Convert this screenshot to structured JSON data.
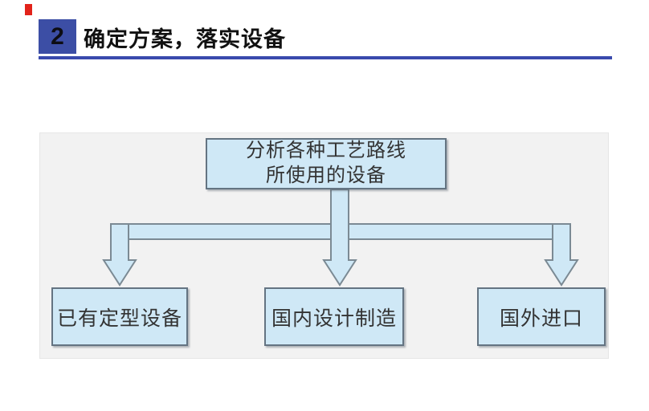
{
  "header": {
    "number": "2",
    "title": "确定方案，落实设备"
  },
  "diagram": {
    "root_box": {
      "line1": "分析各种工艺路线",
      "line2": "所使用的设备"
    },
    "branches": [
      {
        "label": "已有定型设备"
      },
      {
        "label": "国内设计制造"
      },
      {
        "label": "国外进口"
      }
    ]
  },
  "colors": {
    "accent_red": "#e2231a",
    "badge_blue": "#3c4ea5",
    "rule_blue": "#3a4aad",
    "panel_bg": "#f2f2f2",
    "node_fill": "#cfe8f6",
    "node_border": "#647482",
    "arrow_stroke": "#7b8a94",
    "text_dark": "#333333"
  }
}
